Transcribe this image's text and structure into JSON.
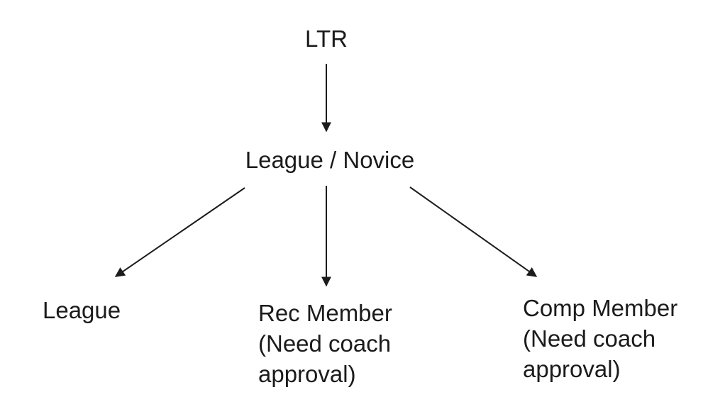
{
  "diagram": {
    "type": "flowchart",
    "colors": {
      "background": "#ffffff",
      "text": "#1b1b1b",
      "arrow": "#1b1b1b"
    },
    "nodes": [
      {
        "id": "ltr",
        "label": "LTR"
      },
      {
        "id": "league-novice",
        "label": "League / Novice"
      },
      {
        "id": "league",
        "label": "League"
      },
      {
        "id": "rec-member",
        "lines": [
          "Rec Member",
          "(Need coach",
          "approval)"
        ]
      },
      {
        "id": "comp-member",
        "lines": [
          "Comp Member",
          "(Need coach",
          "approval)"
        ]
      }
    ],
    "edges": [
      {
        "from": "ltr",
        "to": "league-novice"
      },
      {
        "from": "league-novice",
        "to": "league"
      },
      {
        "from": "league-novice",
        "to": "rec-member"
      },
      {
        "from": "league-novice",
        "to": "comp-member"
      }
    ]
  }
}
